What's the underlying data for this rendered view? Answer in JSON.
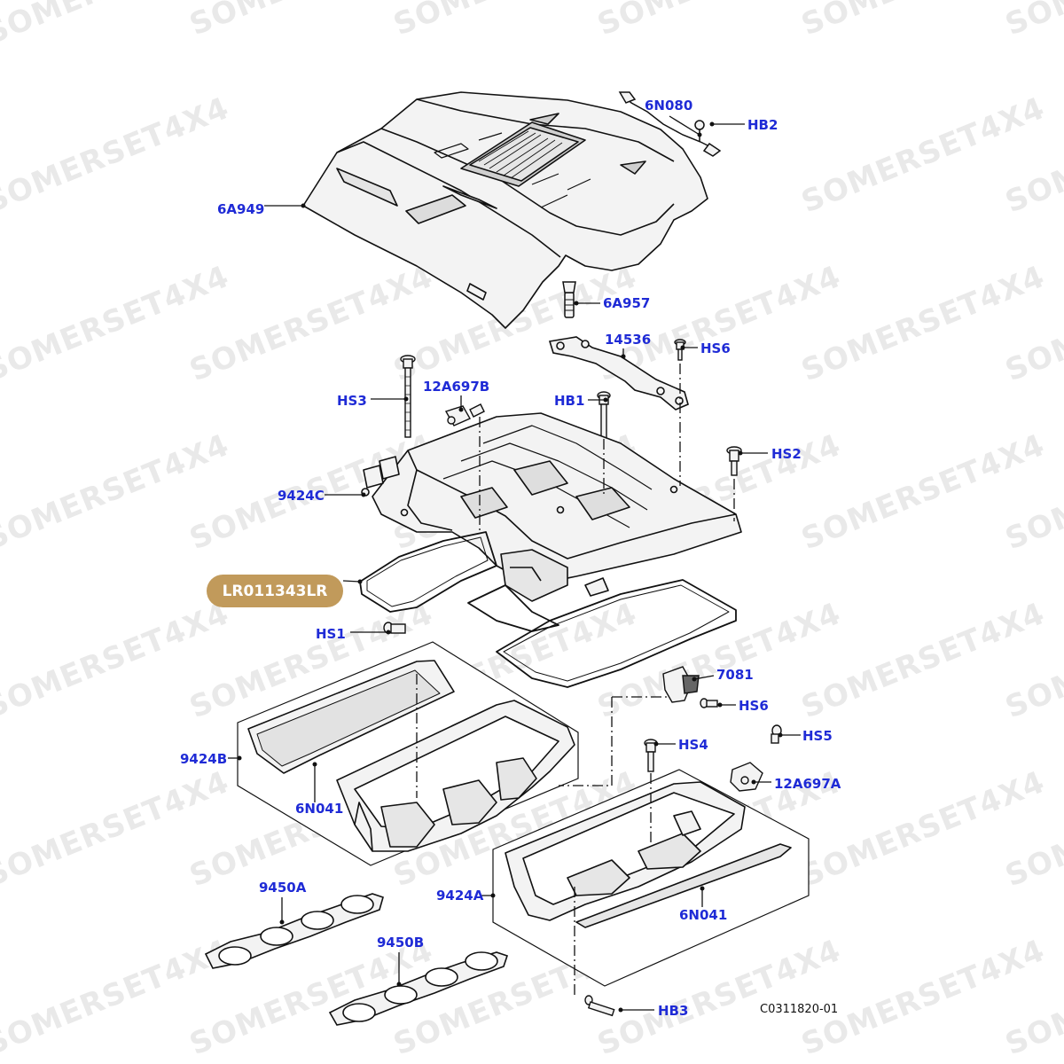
{
  "colors": {
    "label": "#1f2bd6",
    "line": "#111111",
    "part_fill": "#f3f3f3",
    "shade": "#d4d4d4",
    "badge": "#c19a5b",
    "badge_text": "#ffffff",
    "watermark": "#e9e9e9"
  },
  "watermark_text": "SOMERSET4X4",
  "part_labels": {
    "6N080": "6N080",
    "HB2": "HB2",
    "6A949": "6A949",
    "6A957": "6A957",
    "14536": "14536",
    "HS6_top": "HS6",
    "HS3": "HS3",
    "12A697B": "12A697B",
    "HB1": "HB1",
    "HS2": "HS2",
    "9424C": "9424C",
    "HS1": "HS1",
    "7081": "7081",
    "HS6_mid": "HS6",
    "HS4": "HS4",
    "HS5": "HS5",
    "12A697A": "12A697A",
    "9424B": "9424B",
    "6N041_left": "6N041",
    "9450A": "9450A",
    "9424A": "9424A",
    "6N041_right": "6N041",
    "9450B": "9450B",
    "HB3": "HB3"
  },
  "part_number_badge": "LR011343LR",
  "figure_code": "C0311820-01"
}
